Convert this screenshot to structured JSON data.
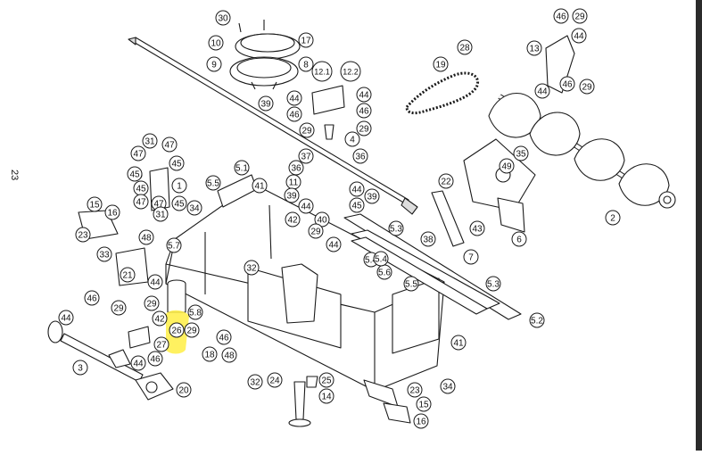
{
  "page_number": "23",
  "highlight_color": "#ffee44",
  "callouts": [
    {
      "label": "30"
    },
    {
      "label": "17"
    },
    {
      "label": "10"
    },
    {
      "label": "9"
    },
    {
      "label": "8"
    },
    {
      "label": "39"
    },
    {
      "label": "12.1"
    },
    {
      "label": "12.2"
    },
    {
      "label": "44"
    },
    {
      "label": "44"
    },
    {
      "label": "46"
    },
    {
      "label": "46"
    },
    {
      "label": "29"
    },
    {
      "label": "29"
    },
    {
      "label": "4"
    },
    {
      "label": "28"
    },
    {
      "label": "19"
    },
    {
      "label": "46"
    },
    {
      "label": "29"
    },
    {
      "label": "44"
    },
    {
      "label": "13"
    },
    {
      "label": "44"
    },
    {
      "label": "46"
    },
    {
      "label": "29"
    },
    {
      "label": "31"
    },
    {
      "label": "47"
    },
    {
      "label": "47"
    },
    {
      "label": "45"
    },
    {
      "label": "45"
    },
    {
      "label": "1"
    },
    {
      "label": "45"
    },
    {
      "label": "47"
    },
    {
      "label": "47"
    },
    {
      "label": "31"
    },
    {
      "label": "45"
    },
    {
      "label": "5.1"
    },
    {
      "label": "37"
    },
    {
      "label": "36"
    },
    {
      "label": "36"
    },
    {
      "label": "11"
    },
    {
      "label": "44"
    },
    {
      "label": "39"
    },
    {
      "label": "44"
    },
    {
      "label": "45"
    },
    {
      "label": "39"
    },
    {
      "label": "49"
    },
    {
      "label": "35"
    },
    {
      "label": "5.5"
    },
    {
      "label": "41"
    },
    {
      "label": "22"
    },
    {
      "label": "15"
    },
    {
      "label": "16"
    },
    {
      "label": "23"
    },
    {
      "label": "34"
    },
    {
      "label": "48"
    },
    {
      "label": "33"
    },
    {
      "label": "42"
    },
    {
      "label": "40"
    },
    {
      "label": "29"
    },
    {
      "label": "44"
    },
    {
      "label": "5.3"
    },
    {
      "label": "38"
    },
    {
      "label": "43"
    },
    {
      "label": "6"
    },
    {
      "label": "2"
    },
    {
      "label": "5.7"
    },
    {
      "label": "21"
    },
    {
      "label": "7"
    },
    {
      "label": "5.4"
    },
    {
      "label": "32"
    },
    {
      "label": "5.6"
    },
    {
      "label": "44"
    },
    {
      "label": "5.5"
    },
    {
      "label": "5.3"
    },
    {
      "label": "29"
    },
    {
      "label": "46"
    },
    {
      "label": "44"
    },
    {
      "label": "29"
    },
    {
      "label": "42"
    },
    {
      "label": "5.8"
    },
    {
      "label": "26"
    },
    {
      "label": "29"
    },
    {
      "label": "46"
    },
    {
      "label": "27"
    },
    {
      "label": "18"
    },
    {
      "label": "48"
    },
    {
      "label": "41"
    },
    {
      "label": "5.4"
    },
    {
      "label": "5.2"
    },
    {
      "label": "3"
    },
    {
      "label": "44"
    },
    {
      "label": "46"
    },
    {
      "label": "20"
    },
    {
      "label": "32"
    },
    {
      "label": "24"
    },
    {
      "label": "25"
    },
    {
      "label": "14"
    },
    {
      "label": "34"
    },
    {
      "label": "23"
    },
    {
      "label": "15"
    },
    {
      "label": "16"
    }
  ]
}
